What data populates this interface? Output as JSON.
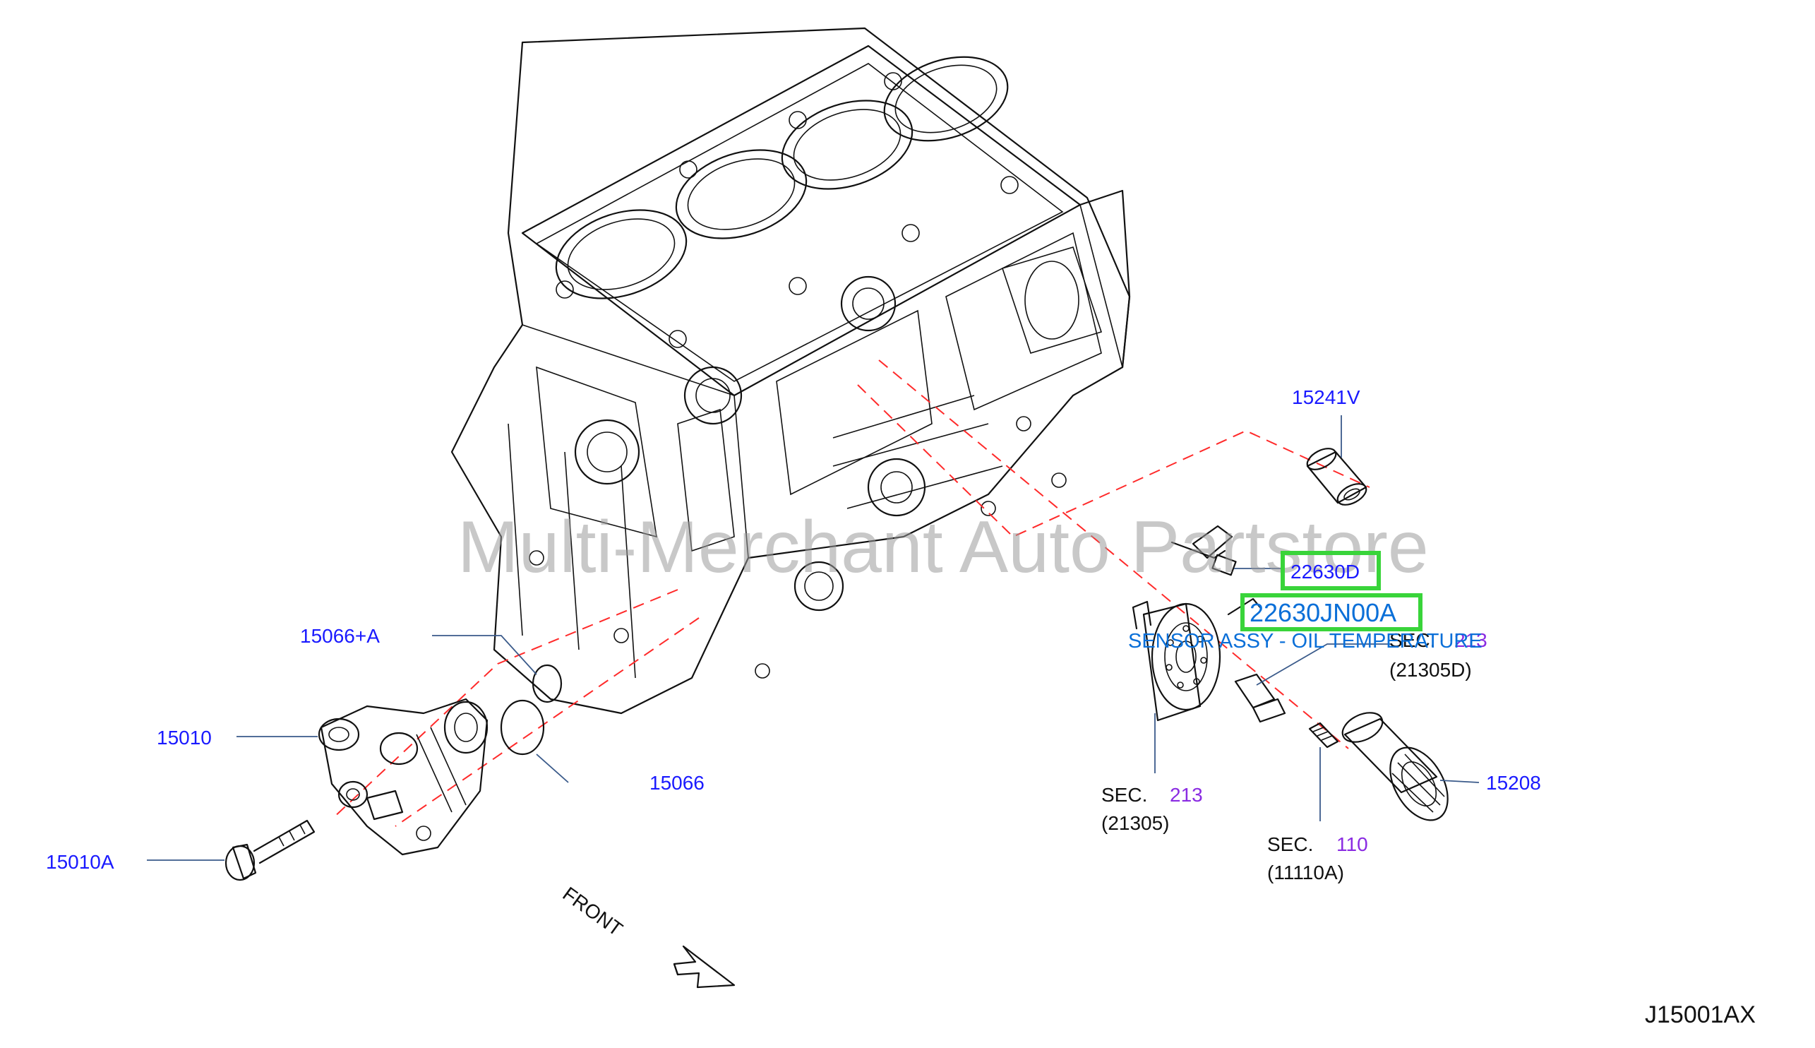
{
  "watermark": "Multi-Merchant Auto Partstore",
  "figure_code": "J15001AX",
  "front_label": "FRONT",
  "callout": {
    "part_number": "22630JN00A",
    "description": "SENSOR ASSY - OIL TEMPERATURE"
  },
  "parts": {
    "p15241V": "15241V",
    "p22630D": "22630D",
    "p15066A": "15066+A",
    "p15010": "15010",
    "p15066": "15066",
    "p15010A": "15010A",
    "p15208": "15208"
  },
  "sections": [
    {
      "prefix": "SEC.",
      "number": "213",
      "ref": "(21305D)"
    },
    {
      "prefix": "SEC.",
      "number": "213",
      "ref": "(21305)"
    },
    {
      "prefix": "SEC.",
      "number": "110",
      "ref": "(11110A)"
    }
  ],
  "colors": {
    "part_label": "#1a1aff",
    "section_number": "#8a2be2",
    "highlight": "#39d43a",
    "callout_text": "#0a6fd8",
    "dashed_line": "#ff2a2a"
  }
}
